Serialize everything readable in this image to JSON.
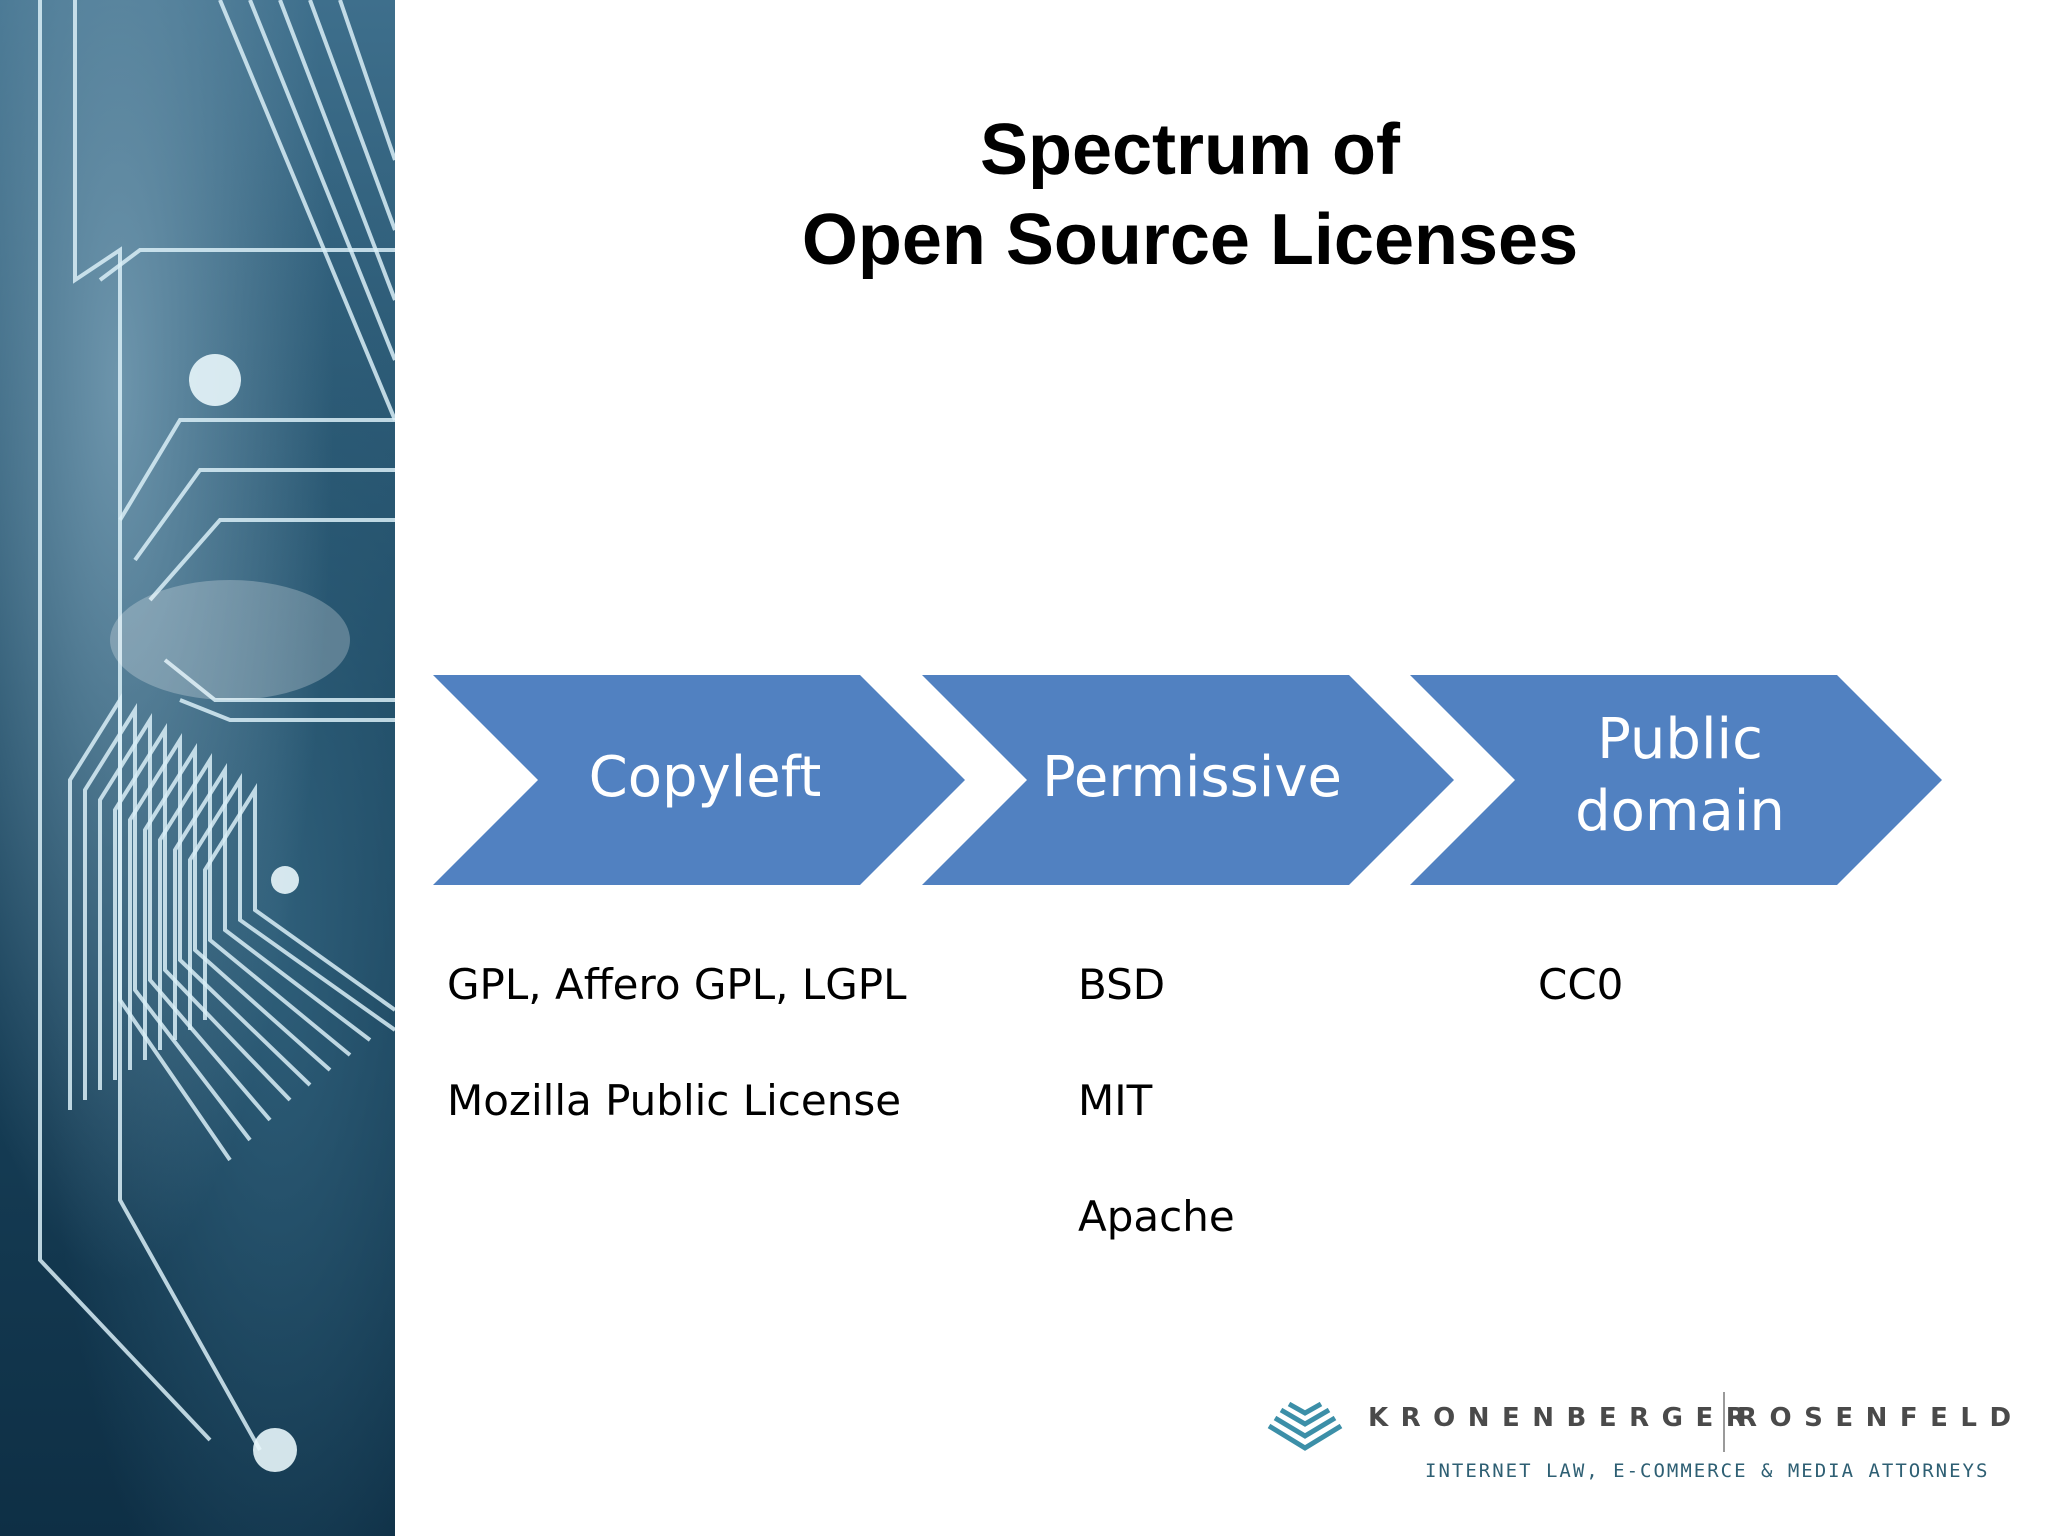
{
  "slide": {
    "title_line1": "Spectrum of",
    "title_line2": "Open Source Licenses"
  },
  "spectrum": [
    {
      "label_lines": [
        "Copyleft"
      ],
      "licenses": [
        "GPL, Affero GPL, LGPL",
        "Mozilla Public License"
      ]
    },
    {
      "label_lines": [
        "Permissive"
      ],
      "licenses": [
        "BSD",
        "MIT",
        "Apache"
      ]
    },
    {
      "label_lines": [
        "Public",
        "domain"
      ],
      "licenses": [
        "CC0"
      ]
    }
  ],
  "logo": {
    "name_left": "KRONENBERGER",
    "name_right": "ROSENFELD",
    "tagline": "INTERNET LAW, E-COMMERCE & MEDIA ATTORNEYS"
  },
  "colors": {
    "chevron_fill": "#5181c1",
    "chevron_text": "#ffffff",
    "logo_teal": "#3c8fa8"
  }
}
